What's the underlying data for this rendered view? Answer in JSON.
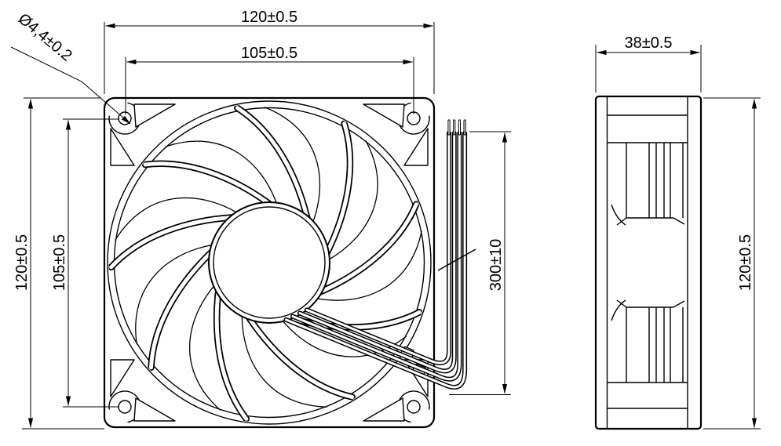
{
  "dims": {
    "front_width": "120±0.5",
    "front_hole_spacing_h": "105±0.5",
    "front_height": "120±0.5",
    "front_hole_spacing_v": "105±0.5",
    "mounting_hole_diameter": "Ø4,4±0.2",
    "lead_wire_length": "300±10",
    "side_depth": "38±0.5",
    "side_height": "120±0.5"
  },
  "colors": {
    "line": "#000000",
    "background": "#ffffff"
  }
}
